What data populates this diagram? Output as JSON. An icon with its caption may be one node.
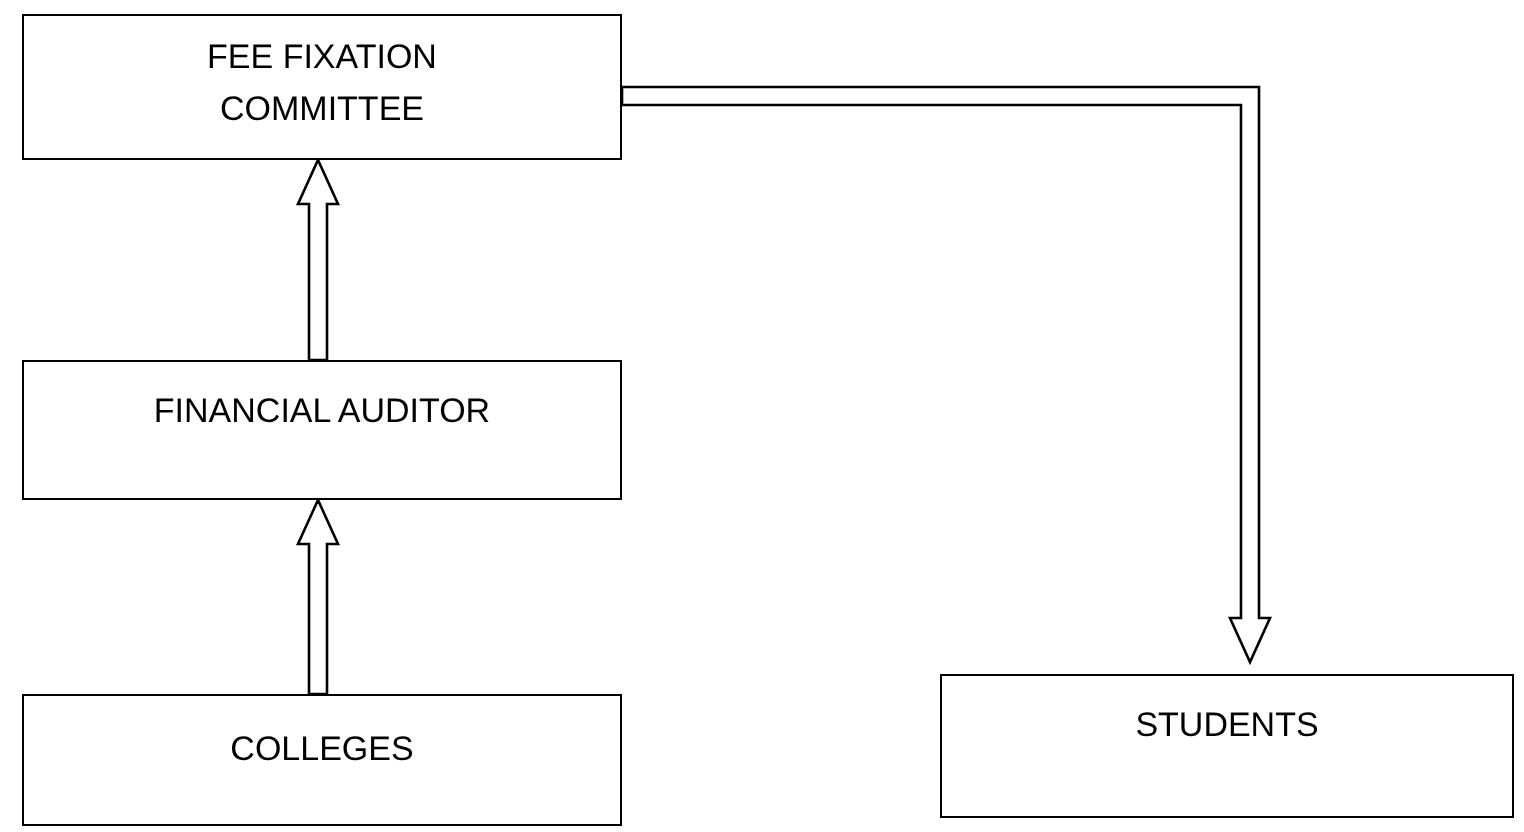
{
  "diagram": {
    "nodes": [
      {
        "text": [
          "FEE FIXATION COMMITTEE"
        ]
      },
      {
        "text": [
          "FINANCIAL AUDITOR"
        ]
      },
      {
        "text": [
          "COLLEGES"
        ]
      },
      {
        "text": [
          "STUDENTS"
        ]
      }
    ],
    "edges": [
      {
        "from": 2,
        "to": 1,
        "arrow": "to"
      },
      {
        "from": 1,
        "to": 0,
        "arrow": "to"
      },
      {
        "from": 0,
        "to": 3,
        "arrow": "to"
      }
    ]
  }
}
